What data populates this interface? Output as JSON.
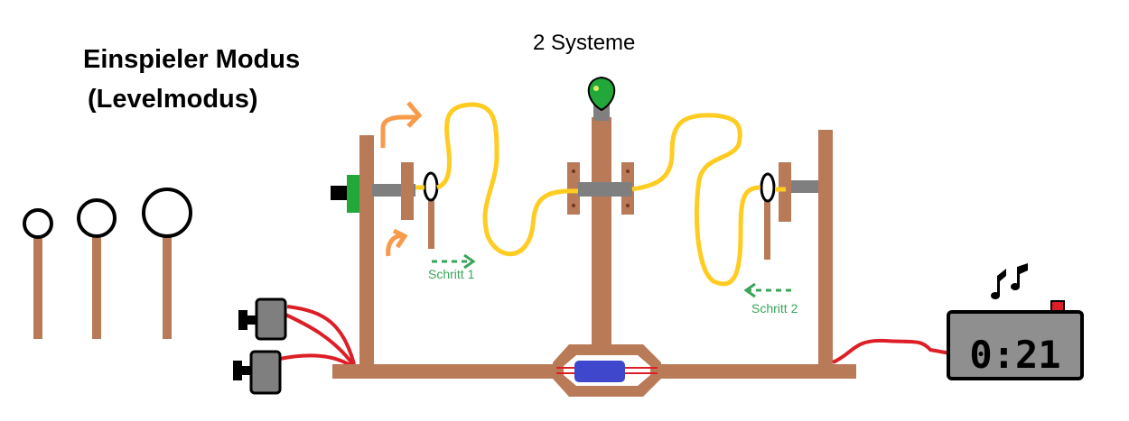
{
  "title_line1": "Einspieler Modus",
  "title_line2": "(Levelmodus)",
  "systems_label": "2 Systeme",
  "step1_label": "Schritt 1",
  "step2_label": "Schritt 2",
  "timer": "0:21",
  "colors": {
    "wood": "#b97a57",
    "wire_yellow": "#ffcc22",
    "wire_red": "#dd1e26",
    "lamp_green": "#22a83a",
    "arrow_orange": "#f79a4a",
    "step_green": "#3aa45a",
    "motor_blue": "#3f48cc",
    "metal_gray": "#808080"
  }
}
